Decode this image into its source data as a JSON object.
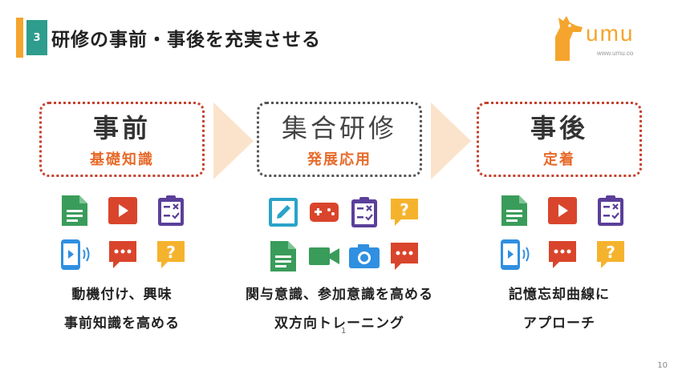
{
  "slide": {
    "number": "3",
    "title": "研修の事前・事後を充実させる",
    "page_number": "10",
    "footnote": "1"
  },
  "logo": {
    "word": "umu",
    "url": "www.umu.co"
  },
  "colors": {
    "accent_orange": "#f5a52d",
    "teal": "#2e9d8d",
    "red_dotted": "#c5412d",
    "subtitle_orange": "#e76a2a",
    "icon_green": "#3a9c5a",
    "icon_red": "#d9452c",
    "icon_purple": "#5b3f9a",
    "icon_yellow": "#f5b32d",
    "icon_blue": "#2f8fe0",
    "icon_teal": "#29a3c8"
  },
  "stages": [
    {
      "title": "事前",
      "subtitle": "基礎知識",
      "icons": [
        "document-icon",
        "video-play-icon",
        "quiz-clipboard-icon",
        "mobile-audio-icon",
        "chat-bubble-icon",
        "question-bubble-icon"
      ],
      "caption_lines": [
        "動機付け、興味",
        "事前知識を高める"
      ]
    },
    {
      "title": "集合研修",
      "subtitle": "発展応用",
      "icons": [
        "edit-pencil-icon",
        "game-controller-icon",
        "quiz-clipboard-icon",
        "question-bubble-icon",
        "document-icon",
        "video-camera-icon",
        "photo-camera-icon",
        "chat-bubble-icon"
      ],
      "caption_lines": [
        "関与意識、参加意識を高める",
        "双方向トレーニング"
      ]
    },
    {
      "title": "事後",
      "subtitle": "定着",
      "icons": [
        "document-icon",
        "video-play-icon",
        "quiz-clipboard-icon",
        "mobile-audio-icon",
        "chat-bubble-icon",
        "question-bubble-icon"
      ],
      "caption_lines": [
        "記憶忘却曲線に",
        "アプローチ"
      ]
    }
  ]
}
